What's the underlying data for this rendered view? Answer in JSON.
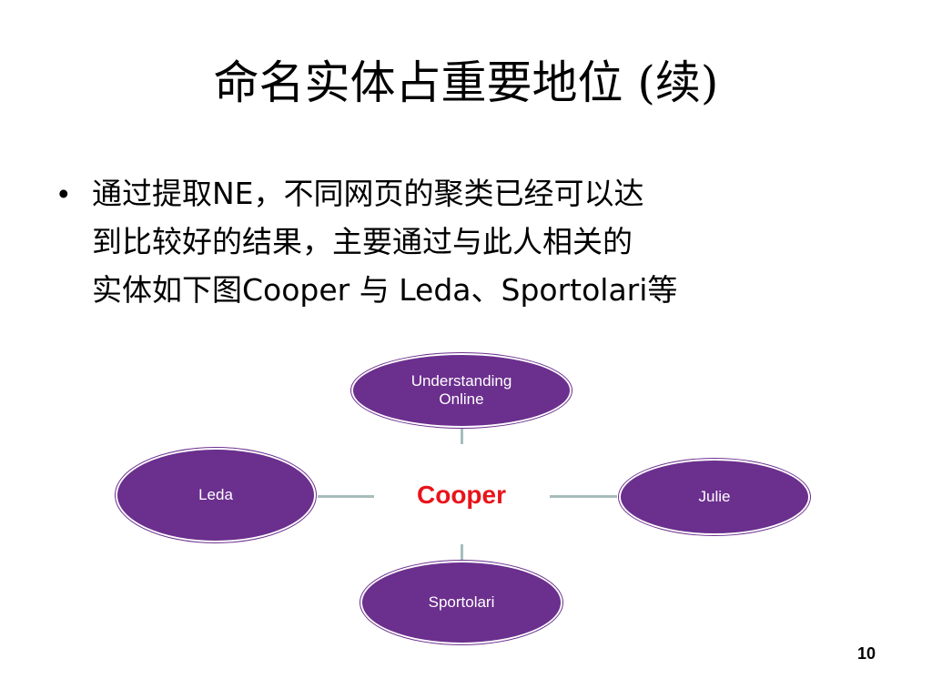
{
  "slide": {
    "title": "命名实体占重要地位 (续)",
    "bullet": {
      "marker": "•",
      "lines": [
        "通过提取NE，不同网页的聚类已经可以达",
        "到比较好的结果，主要通过与此人相关的",
        "实体如下图Cooper 与 Leda、Sportolari等"
      ]
    },
    "diagram": {
      "center": "Cooper",
      "center_color": "#e8141b",
      "node_color": "#6b2f8e",
      "connector_color": "#a7bdbd",
      "nodes": {
        "top": [
          "Understanding",
          "Online"
        ],
        "left": "Leda",
        "right": "Julie",
        "bottom": "Sportolari"
      }
    },
    "page_number": "10"
  }
}
